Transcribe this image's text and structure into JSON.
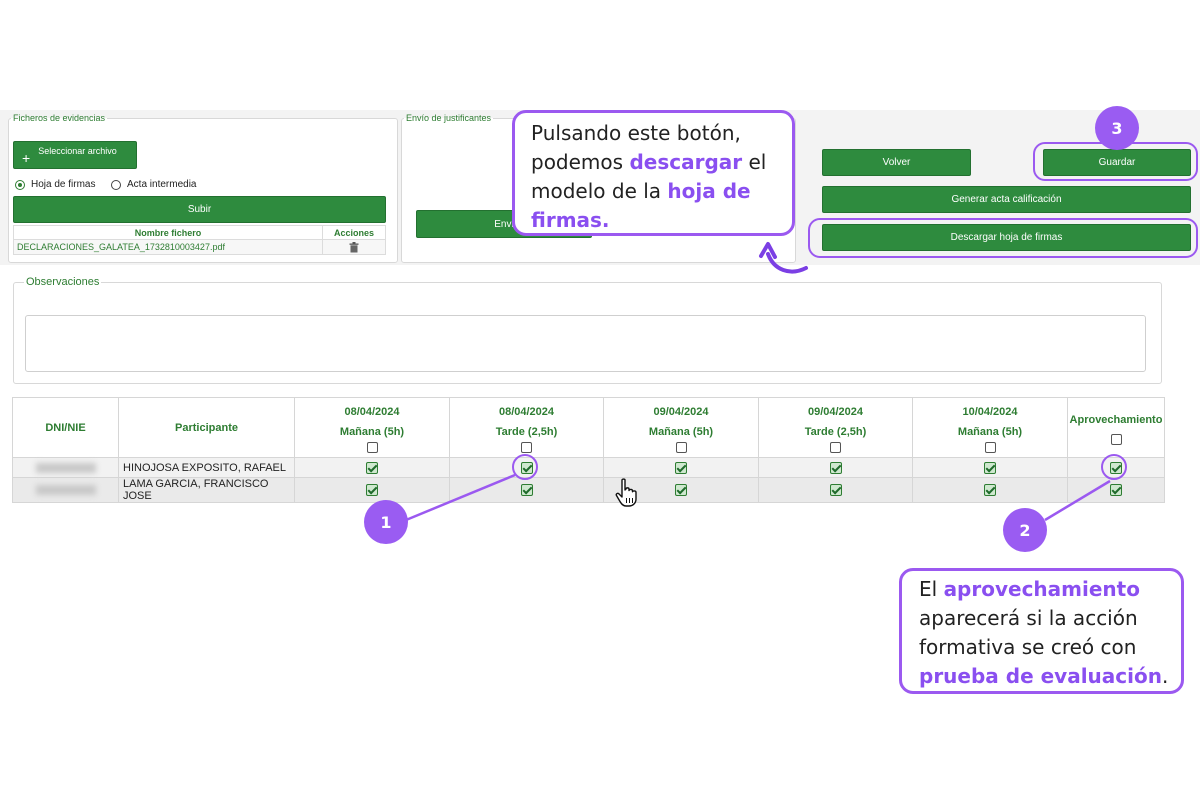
{
  "evidencias": {
    "legend": "Ficheros de evidencias",
    "select_button": "Seleccionar archivo",
    "radio_options": [
      {
        "label": "Hoja de firmas",
        "selected": true
      },
      {
        "label": "Acta intermedia",
        "selected": false
      }
    ],
    "upload_button": "Subir",
    "table_headers": [
      "Nombre fichero",
      "Acciones"
    ],
    "files": [
      {
        "name": "DECLARACIONES_GALATEA_1732810003427.pdf"
      }
    ]
  },
  "justificantes": {
    "legend": "Envío de justificantes",
    "send_button": "Envi"
  },
  "actions": {
    "volver": "Volver",
    "guardar": "Guardar",
    "generar_acta": "Generar acta calificación",
    "descargar_hoja": "Descargar hoja de firmas"
  },
  "observaciones": {
    "legend": "Observaciones",
    "value": ""
  },
  "grid": {
    "dni_header": "DNI/NIE",
    "participant_header": "Participante",
    "sessions": [
      {
        "date": "08/04/2024",
        "period": "Mañana (5h)"
      },
      {
        "date": "08/04/2024",
        "period": "Tarde (2,5h)"
      },
      {
        "date": "09/04/2024",
        "period": "Mañana (5h)"
      },
      {
        "date": "09/04/2024",
        "period": "Tarde (2,5h)"
      },
      {
        "date": "10/04/2024",
        "period": "Mañana (5h)"
      }
    ],
    "aprovechamiento_header": "Aprovechamiento",
    "participants": [
      {
        "name": "HINOJOSA EXPOSITO, RAFAEL",
        "attendance": [
          true,
          true,
          true,
          true,
          true
        ],
        "aprovechamiento": true
      },
      {
        "name": "LAMA GARCIA, FRANCISCO JOSE",
        "attendance": [
          true,
          true,
          true,
          true,
          true
        ],
        "aprovechamiento": true
      }
    ]
  },
  "annotations": {
    "callout_top": {
      "t1": "Pulsando este botón,",
      "t2": "podemos ",
      "b1": "descargar",
      "t3": " el",
      "t4": "modelo de la ",
      "b2": "hoja de",
      "b3": "firmas."
    },
    "callout_bottom": {
      "t1": "El ",
      "b1": "aprovechamiento",
      "t2": "aparecerá si la acción",
      "t3": "formativa se creó con",
      "b2": "prueba de evaluación",
      "t4": "."
    },
    "markers": [
      "1",
      "2",
      "3"
    ]
  },
  "colors": {
    "button_green": "#2e8b3e",
    "label_green": "#2e7d32",
    "annotation_purple": "#9b59f0"
  },
  "icons": {
    "delete": "trash-icon",
    "add": "plus-icon",
    "cursor": "hand-pointer-icon",
    "arrow": "curved-arrow-icon"
  }
}
